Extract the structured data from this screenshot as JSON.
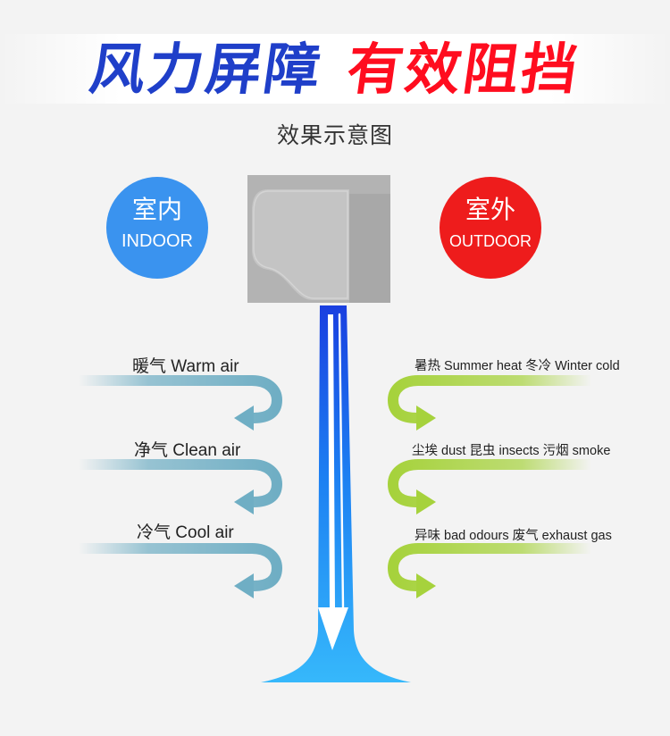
{
  "title": {
    "part1": "风力屏障",
    "part2": "有效阻挡"
  },
  "subtitle": "效果示意图",
  "indoor": {
    "zh": "室内",
    "en": "INDOOR"
  },
  "outdoor": {
    "zh": "室外",
    "en": "OUTDOOR"
  },
  "indoor_airs": [
    "暖气 Warm air",
    "净气 Clean air",
    "冷气 Cool air"
  ],
  "outdoor_blocked": [
    "暑热 Summer heat 冬冷 Winter cold",
    "尘埃 dust 昆虫 insects  污烟 smoke",
    "异味 bad odours 废气 exhaust gas"
  ],
  "colors": {
    "title_blue": "#1f3fc9",
    "title_red": "#ff0d1f",
    "indoor_circle": "#3a93ef",
    "outdoor_circle": "#ee1c1c",
    "indoor_arrow": "#6faec4",
    "outdoor_arrow": "#a6d23c",
    "air_curtain": "#1e7ff0"
  },
  "icons": [
    "air-curtain-unit",
    "indoor-return-arrow",
    "outdoor-blocked-arrow",
    "air-stream-arrow"
  ]
}
